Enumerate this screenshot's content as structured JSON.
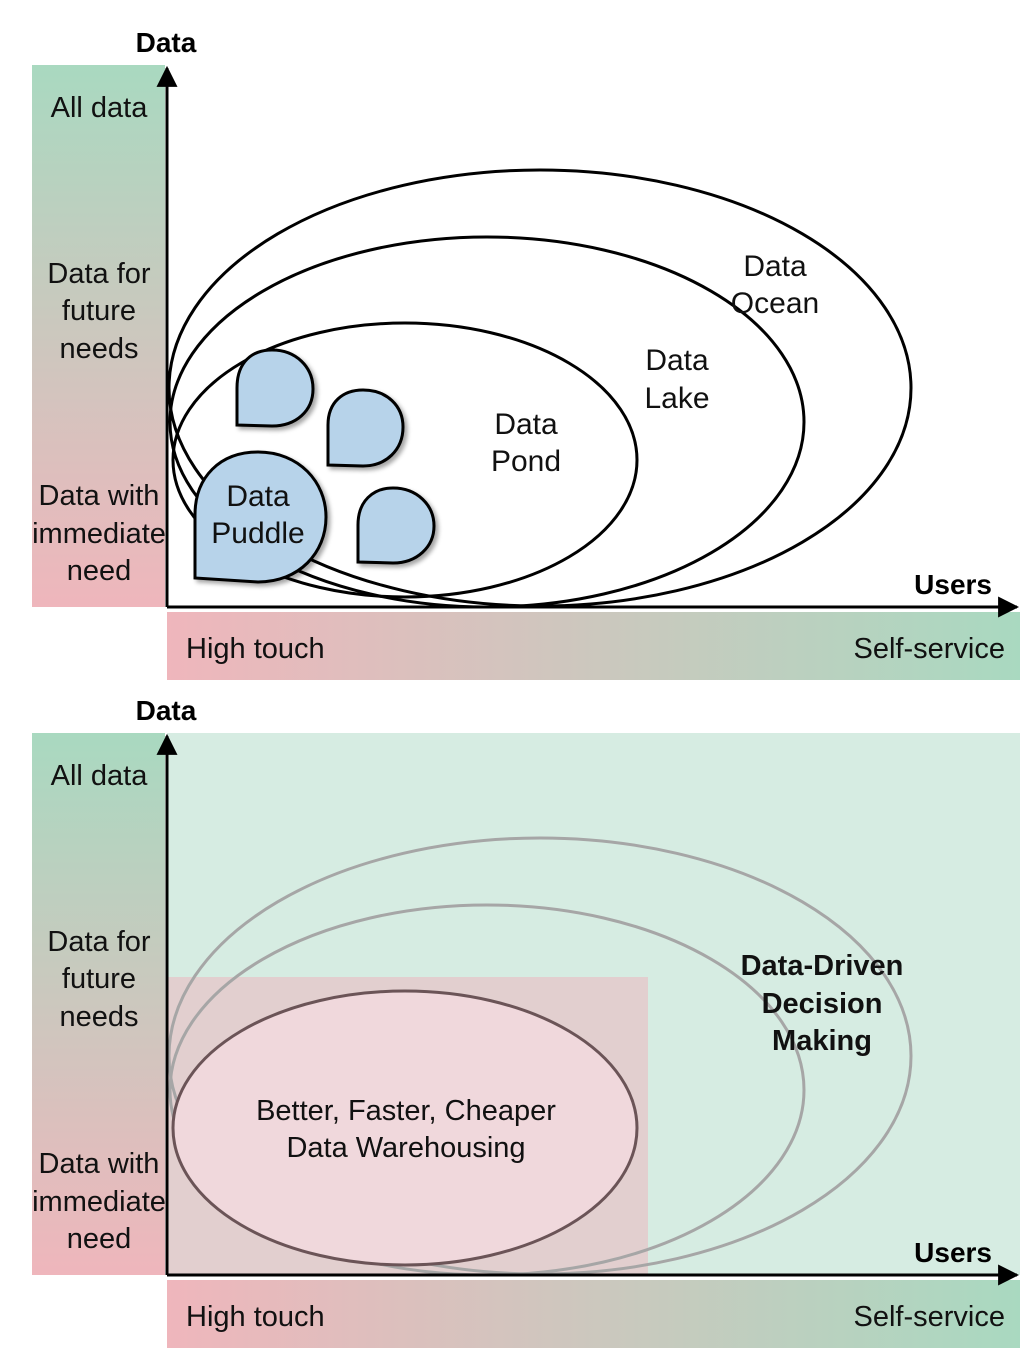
{
  "panel_top": {
    "y_axis_title": "Data",
    "x_axis_title": "Users",
    "y_levels": {
      "top": "All data",
      "middle": [
        "Data for",
        "future",
        "needs"
      ],
      "bottom": [
        "Data with",
        "immediate",
        "need"
      ]
    },
    "x_levels": {
      "left": "High touch",
      "right": "Self-service"
    },
    "regions": {
      "ocean": [
        "Data",
        "Ocean"
      ],
      "lake": [
        "Data",
        "Lake"
      ],
      "pond": [
        "Data",
        "Pond"
      ],
      "puddle": [
        "Data",
        "Puddle"
      ]
    }
  },
  "panel_bottom": {
    "y_axis_title": "Data",
    "x_axis_title": "Users",
    "y_levels": {
      "top": "All data",
      "middle": [
        "Data for",
        "future",
        "needs"
      ],
      "bottom": [
        "Data with",
        "immediate",
        "need"
      ]
    },
    "x_levels": {
      "left": "High touch",
      "right": "Self-service"
    },
    "regions": {
      "ddd": [
        "Data-Driven",
        "Decision",
        "Making"
      ],
      "dw": [
        "Better, Faster, Cheaper",
        "Data Warehousing"
      ]
    }
  },
  "colors": {
    "green": "#a9d9c0",
    "pink": "#efb6bc",
    "puddle_blue": "#b7d3ea",
    "dw_pink": "#f0d8dc"
  }
}
